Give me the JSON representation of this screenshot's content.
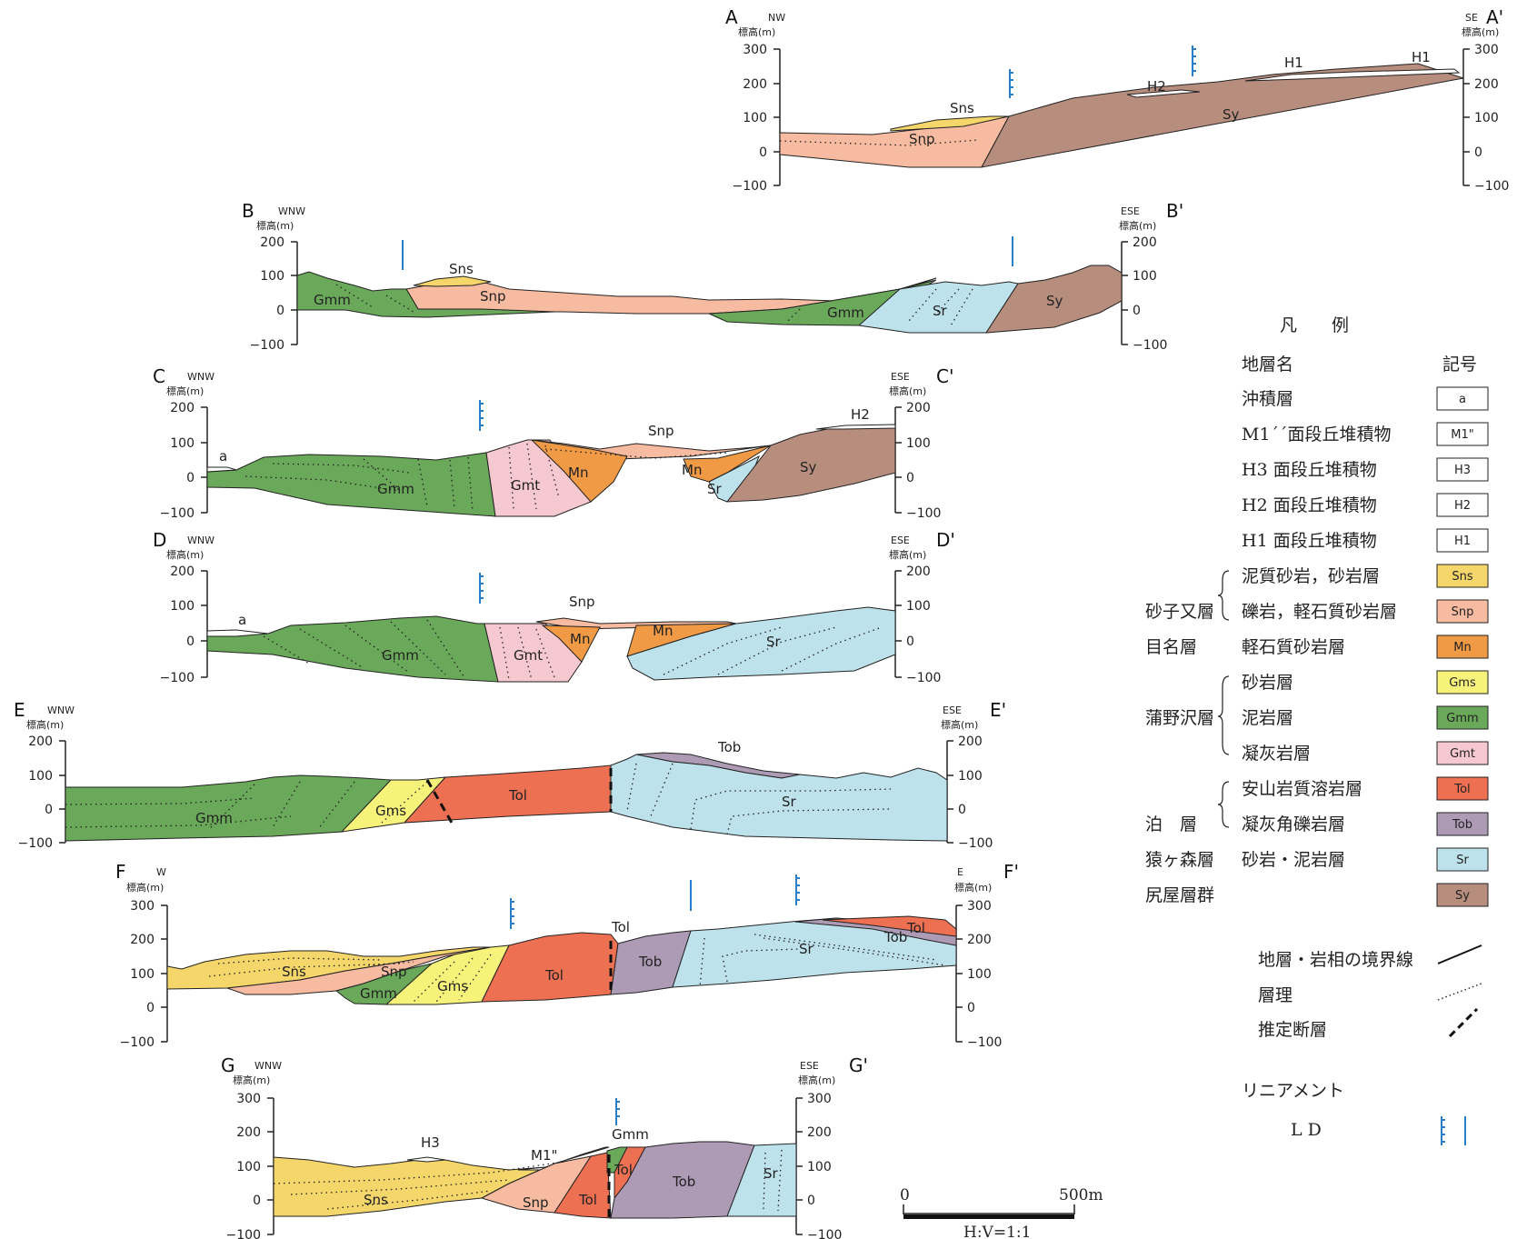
{
  "colors": {
    "a": "#ffffff",
    "M1": "#ffffff",
    "H3": "#ffffff",
    "H2": "#ffffff",
    "H1": "#ffffff",
    "Sns": "#f5d66a",
    "Snp": "#f6bba0",
    "Mn": "#f09a45",
    "Gms": "#f7f27a",
    "Gmm": "#6aa85a",
    "Gmt": "#f6c8cf",
    "Tol": "#ee7052",
    "Tob": "#ad9bb5",
    "Sr": "#bde2ec",
    "Sy": "#b78d7e",
    "lineament": "#2a7fc9"
  },
  "sections": [
    {
      "id": "A",
      "start_label": "A",
      "end_label": "A'",
      "left_dir": "NW",
      "right_dir": "SE",
      "elev_label": "標高(m)",
      "ticks": [
        "300",
        "200",
        "100",
        "0",
        "−100"
      ],
      "unit_labels": [
        "Sns",
        "Snp",
        "Sy",
        "H2",
        "H1",
        "H1"
      ]
    },
    {
      "id": "B",
      "start_label": "B",
      "end_label": "B'",
      "left_dir": "WNW",
      "right_dir": "ESE",
      "elev_label": "標高(m)",
      "ticks": [
        "200",
        "100",
        "0",
        "−100"
      ],
      "unit_labels": [
        "Gmm",
        "Sns",
        "Snp",
        "Gmm",
        "Sr",
        "Sy"
      ]
    },
    {
      "id": "C",
      "start_label": "C",
      "end_label": "C'",
      "left_dir": "WNW",
      "right_dir": "ESE",
      "elev_label": "標高(m)",
      "ticks": [
        "200",
        "100",
        "0",
        "−100"
      ],
      "unit_labels": [
        "a",
        "Gmm",
        "Gmt",
        "Mn",
        "Snp",
        "Mn",
        "Sr",
        "Sy",
        "H2"
      ]
    },
    {
      "id": "D",
      "start_label": "D",
      "end_label": "D'",
      "left_dir": "WNW",
      "right_dir": "ESE",
      "elev_label": "標高(m)",
      "ticks": [
        "200",
        "100",
        "0",
        "−100"
      ],
      "unit_labels": [
        "a",
        "Gmm",
        "Gmt",
        "Snp",
        "Mn",
        "Mn",
        "Sr"
      ]
    },
    {
      "id": "E",
      "start_label": "E",
      "end_label": "E'",
      "left_dir": "WNW",
      "right_dir": "ESE",
      "elev_label": "標高(m)",
      "ticks": [
        "200",
        "100",
        "0",
        "−100"
      ],
      "unit_labels": [
        "Gmm",
        "Gms",
        "Tol",
        "Tob",
        "Sr"
      ]
    },
    {
      "id": "F",
      "start_label": "F",
      "end_label": "F'",
      "left_dir": "W",
      "right_dir": "E",
      "elev_label": "標高(m)",
      "ticks": [
        "300",
        "200",
        "100",
        "0",
        "−100"
      ],
      "unit_labels": [
        "Sns",
        "Snp",
        "Gmm",
        "Gms",
        "Tol",
        "Tol",
        "Tob",
        "Sr",
        "Tob",
        "Tol"
      ]
    },
    {
      "id": "G",
      "start_label": "G",
      "end_label": "G'",
      "left_dir": "WNW",
      "right_dir": "ESE",
      "elev_label": "標高(m)",
      "ticks": [
        "300",
        "200",
        "100",
        "0",
        "−100"
      ],
      "unit_labels": [
        "H3",
        "M1\"",
        "Sns",
        "Snp",
        "Tol",
        "Gmm",
        "Tol",
        "Tob",
        "Sr"
      ]
    }
  ],
  "legend": {
    "title": "凡　　例",
    "col_name": "地層名",
    "col_symbol": "記号",
    "rows": [
      {
        "group": "",
        "name": "沖積層",
        "symbol": "a",
        "color_key": "a"
      },
      {
        "group": "",
        "name": "M1´´面段丘堆積物",
        "symbol": "M1\"",
        "color_key": "M1"
      },
      {
        "group": "",
        "name": "H3 面段丘堆積物",
        "symbol": "H3",
        "color_key": "H3"
      },
      {
        "group": "",
        "name": "H2 面段丘堆積物",
        "symbol": "H2",
        "color_key": "H2"
      },
      {
        "group": "",
        "name": "H1 面段丘堆積物",
        "symbol": "H1",
        "color_key": "H1"
      },
      {
        "group": "",
        "name": "泥質砂岩，砂岩層",
        "symbol": "Sns",
        "color_key": "Sns"
      },
      {
        "group": "砂子又層",
        "name": "礫岩，軽石質砂岩層",
        "symbol": "Snp",
        "color_key": "Snp"
      },
      {
        "group": "目名層",
        "name": "軽石質砂岩層",
        "symbol": "Mn",
        "color_key": "Mn"
      },
      {
        "group": "",
        "name": "砂岩層",
        "symbol": "Gms",
        "color_key": "Gms"
      },
      {
        "group": "蒲野沢層",
        "name": "泥岩層",
        "symbol": "Gmm",
        "color_key": "Gmm"
      },
      {
        "group": "",
        "name": "凝灰岩層",
        "symbol": "Gmt",
        "color_key": "Gmt"
      },
      {
        "group": "",
        "name": "安山岩質溶岩層",
        "symbol": "Tol",
        "color_key": "Tol"
      },
      {
        "group": "泊　層",
        "name": "凝灰角礫岩層",
        "symbol": "Tob",
        "color_key": "Tob"
      },
      {
        "group": "猿ヶ森層",
        "name": "砂岩・泥岩層",
        "symbol": "Sr",
        "color_key": "Sr"
      },
      {
        "group": "尻屋層群",
        "name": "",
        "symbol": "Sy",
        "color_key": "Sy"
      }
    ],
    "line_items": [
      "地層・岩相の境界線",
      "層理",
      "推定断層"
    ],
    "lineament_title": "リニアメント",
    "lineament_label": "L D"
  },
  "scale_bar": {
    "start": "0",
    "end": "500m",
    "ratio": "H:V=1:1"
  }
}
